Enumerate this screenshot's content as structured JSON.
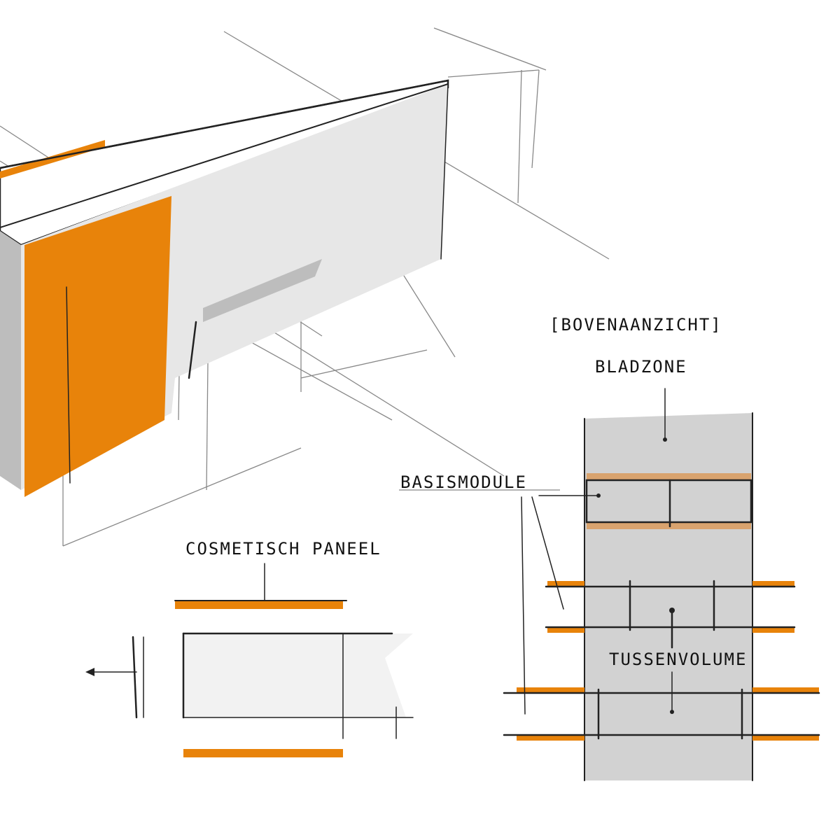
{
  "labels": {
    "top_view": "[BOVENAANZICHT]",
    "leaf_zone": "BLADZONE",
    "base_module": "BASISMODULE",
    "cosmetic_panel": "COSMETISCH PANEEL",
    "intermediate_volume": "TUSSENVOLUME"
  },
  "colors": {
    "accent": "#e8830a",
    "light_accent": "#d9a36e",
    "panel_gray": "#d2d2d2",
    "wall_gray": "#e6e6e6"
  }
}
